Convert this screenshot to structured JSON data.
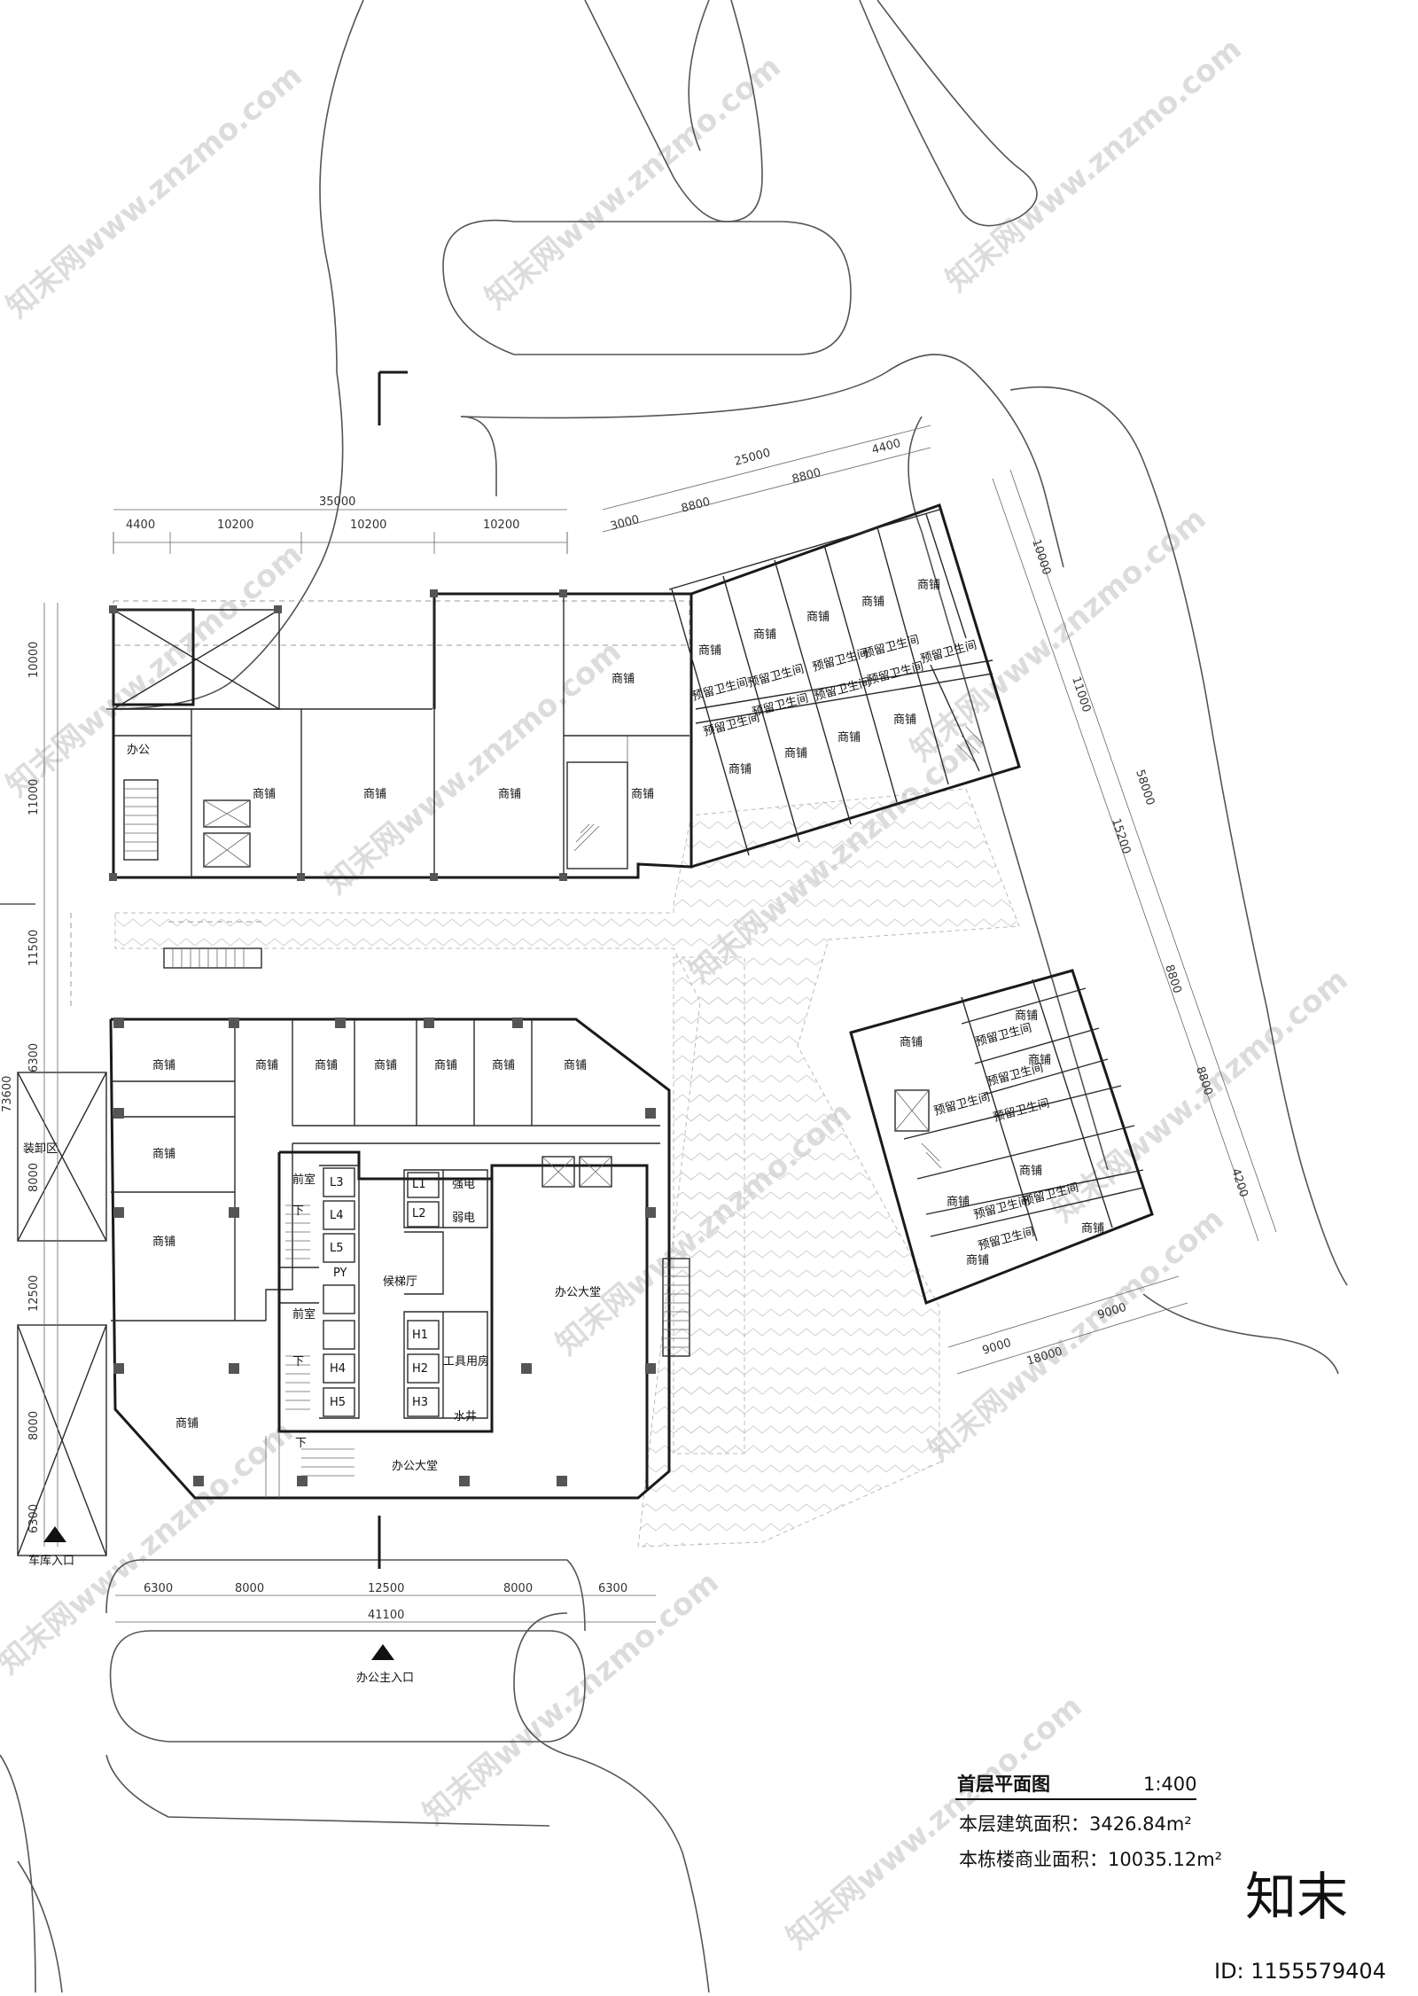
{
  "title_block": {
    "title": "首层平面图",
    "scale": "1:400",
    "floor_area": "本层建筑面积：3426.84m²",
    "commercial_area": "本栋楼商业面积：10035.12m²"
  },
  "brand": {
    "logo": "知末",
    "id": "ID: 1155579404",
    "watermark": "知末网www.znzmo.com"
  },
  "entrances": {
    "garage": "车库入口",
    "office_main": "办公主入口"
  },
  "labels": {
    "shop": "商铺",
    "restroom": "预留卫生间",
    "office": "办公",
    "lobby": "办公大堂",
    "elevator_hall": "候梯厅",
    "anteroom": "前室",
    "strong_elec": "强电",
    "weak_elec": "弱电",
    "tool_room": "工具用房",
    "water_shaft": "水井",
    "loading": "装卸区",
    "down": "下",
    "pwell": "PY",
    "elevators": [
      "L1",
      "L2",
      "L3",
      "L4",
      "L5",
      "H1",
      "H2",
      "H3",
      "H4",
      "H5"
    ]
  },
  "dimensions": {
    "north_block_total": "35000",
    "north_block_bays": [
      "4400",
      "10200",
      "10200",
      "10200"
    ],
    "diag_block_total": "25000",
    "diag_block_bays": [
      "3000",
      "8800",
      "8800",
      "4400"
    ],
    "west_vertical": [
      "10000",
      "11000",
      "11500",
      "6300",
      "8000",
      "12500",
      "8000",
      "6300"
    ],
    "west_total": "73600",
    "east_vertical": [
      "10000",
      "11000",
      "15200",
      "8800",
      "8800",
      "4200"
    ],
    "east_total": "58000",
    "south_bays": [
      "6300",
      "8000",
      "12500",
      "8000",
      "6300"
    ],
    "south_total": "41100",
    "east_block_bays": [
      "9000",
      "9000"
    ],
    "east_block_total": "18000"
  }
}
